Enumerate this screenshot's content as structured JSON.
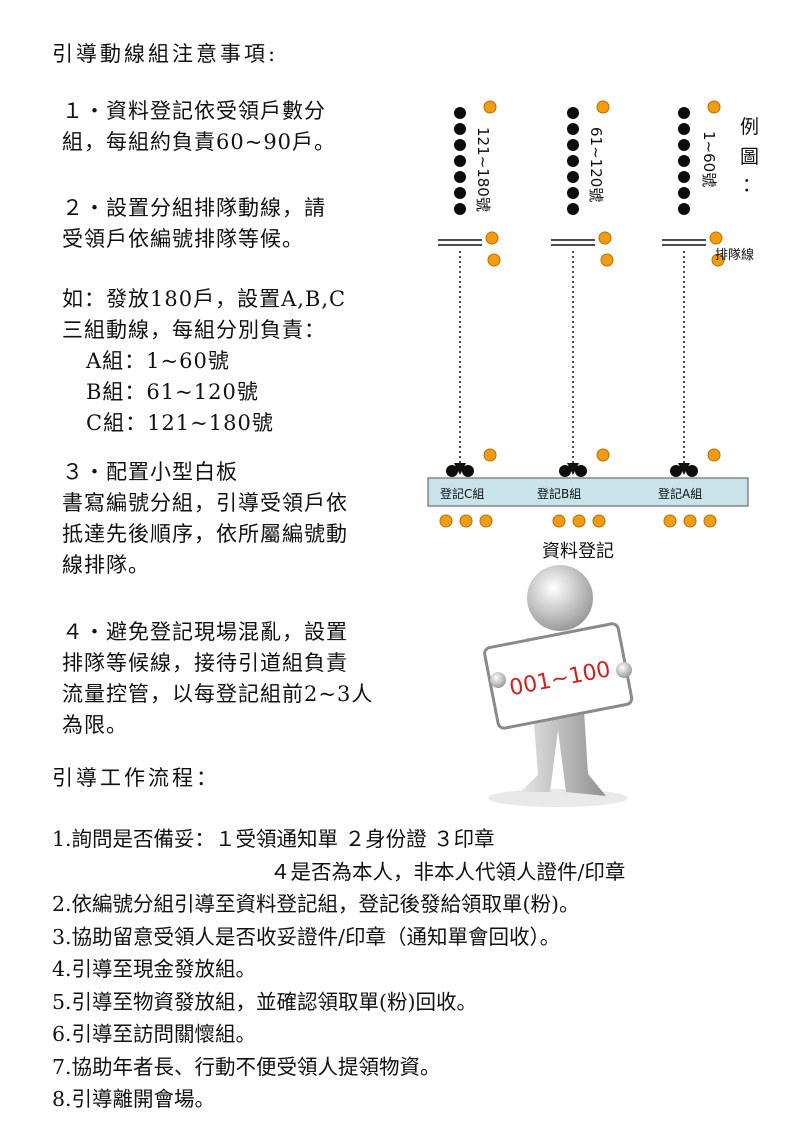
{
  "title": "引導動線組注意事項:",
  "notes": {
    "item1": [
      "１・資料登記依受領戶數分",
      "組，每組約負責60~90戶。"
    ],
    "item2": [
      "２・設置分組排隊動線，請",
      "受領戶依編號排隊等候。"
    ],
    "example": [
      "如：發放180戶，設置A,B,C",
      "三組動線，每組分別負責："
    ],
    "groups": [
      "A組：1~60號",
      "B組：61~120號",
      "C組：121~180號"
    ],
    "item3": [
      "３・配置小型白板",
      "書寫編號分組，引導受領戶依",
      "抵達先後順序，依所屬編號動",
      "線排隊。"
    ],
    "item4": [
      "４・避免登記現場混亂，設置",
      "排隊等候線，接待引道組負責",
      "流量控管，以每登記組前2~3人",
      "為限。"
    ]
  },
  "diagram": {
    "example_label": [
      "例",
      "圖",
      "："
    ],
    "queue_labels": [
      "121~180號",
      "61~120號",
      "1~60號"
    ],
    "line_label": "排隊線",
    "desk_labels": [
      "登記C組",
      "登記B組",
      "登記A組"
    ],
    "desk_caption": "資料登記",
    "sign_text": "001~100",
    "colors": {
      "queue_dot": "#0d0d0d",
      "staff_dot": "#f39c12",
      "desk_fill": "#c8e3ea"
    }
  },
  "workflow": {
    "title": "引導工作流程：",
    "steps": [
      "1.詢問是否備妥：１受領通知單 ２身份證 ３印章",
      "４是否為本人，非本人代領人證件/印章",
      "2.依編號分組引導至資料登記組，登記後發給領取單(粉)。",
      "3.協助留意受領人是否收妥證件/印章（通知單會回收）。",
      "4.引導至現金發放組。",
      "5.引導至物資發放組，並確認領取單(粉)回收。",
      "6.引導至訪問關懷組。",
      "7.協助年者長、行動不便受領人提領物資。",
      "8.引導離開會場。"
    ]
  }
}
